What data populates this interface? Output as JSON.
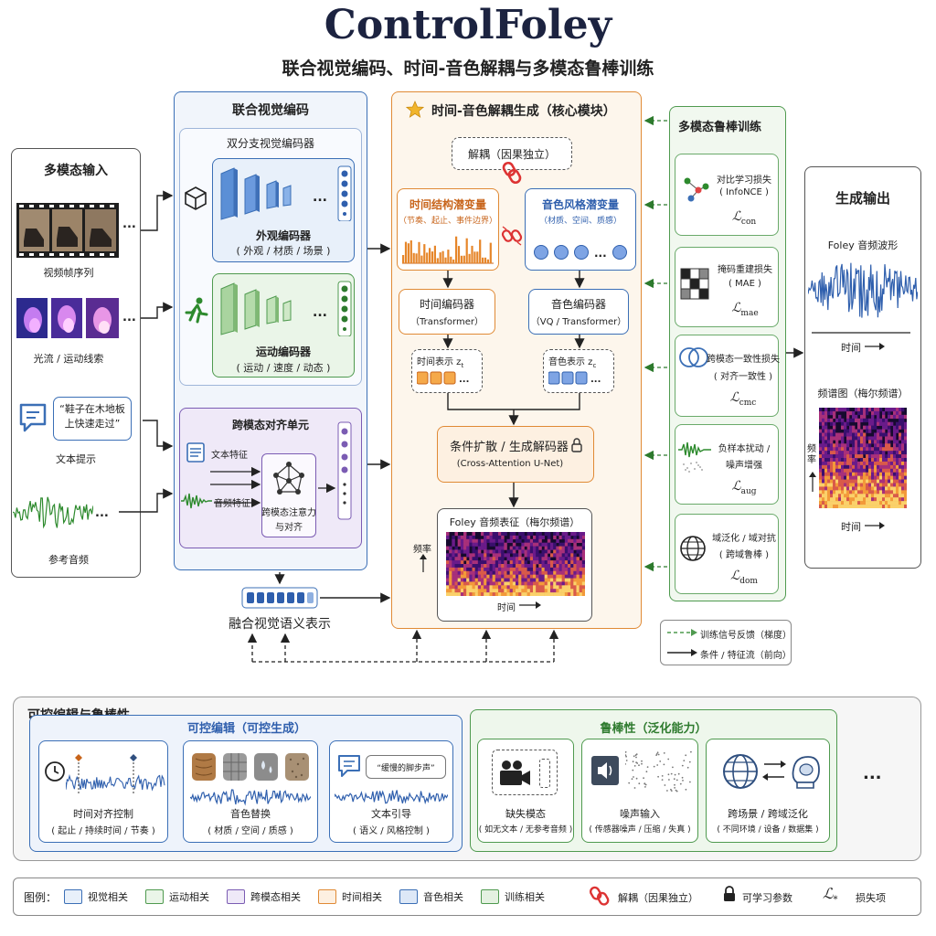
{
  "title": "ControlFoley",
  "subtitle": "联合视觉编码、时间-音色解耦与多模态鲁棒训练",
  "input": {
    "header": "多模态输入",
    "video_label": "视频帧序列",
    "flow_label": "光流 / 运动线索",
    "text_quote": "“鞋子在木地板上快速走过”",
    "text_label": "文本提示",
    "audio_label": "参考音频",
    "ellipsis": "..."
  },
  "visual": {
    "header": "联合视觉编码",
    "dual_title": "双分支视觉编码器",
    "appearance_title": "外观编码器",
    "appearance_sub": "( 外观 / 材质 / 场景 )",
    "motion_title": "运动编码器",
    "motion_sub": "( 运动 / 速度 / 动态 )",
    "cross_title": "跨模态对齐单元",
    "text_feature": "文本特征",
    "audio_feature": "音频特征",
    "attention_label_1": "跨模态注意力",
    "attention_label_2": "与对齐",
    "fused_label": "融合视觉语义表示",
    "ellipsis": "..."
  },
  "core": {
    "header": "时间-音色解耦生成（核心模块）",
    "decouple": "解耦（因果独立）",
    "temporal_title": "时间结构潜变量",
    "temporal_sub": "（节奏、起止、事件边界）",
    "timbre_title": "音色风格潜变量",
    "timbre_sub": "（材质、空间、质感）",
    "temporal_encoder": "时间编码器",
    "temporal_encoder_sub": "（Transformer）",
    "timbre_encoder": "音色编码器",
    "timbre_encoder_sub": "（VQ / Transformer）",
    "temporal_repr": "时间表示 z",
    "temporal_repr_sub": "t",
    "timbre_repr": "音色表示 z",
    "timbre_repr_sub": "c",
    "decoder_title": "条件扩散 / 生成解码器",
    "decoder_sub": "(Cross-Attention U-Net)",
    "foley_title": "Foley 音频表征（梅尔频谱）",
    "freq_label": "频率",
    "time_label": "时间",
    "ellipsis": "..."
  },
  "training": {
    "header": "多模态鲁棒训练",
    "items": [
      {
        "title": "对比学习损失",
        "sub": "( InfoNCE )",
        "loss": "ℒ",
        "loss_sub": "con"
      },
      {
        "title": "掩码重建损失",
        "sub": "( MAE )",
        "loss": "ℒ",
        "loss_sub": "mae"
      },
      {
        "title": "跨模态一致性损失",
        "sub": "( 对齐一致性 )",
        "loss": "ℒ",
        "loss_sub": "cmc"
      },
      {
        "title": "负样本扰动 /",
        "sub": "噪声增强",
        "loss": "ℒ",
        "loss_sub": "aug"
      },
      {
        "title": "域泛化 / 域对抗",
        "sub": "( 跨域鲁棒 )",
        "loss": "ℒ",
        "loss_sub": "dom"
      }
    ],
    "legend_dashed": "训练信号反馈（梯度）",
    "legend_solid": "条件 / 特征流（前向）"
  },
  "output": {
    "header": "生成输出",
    "waveform_label": "Foley 音频波形",
    "time_label": "时间",
    "spec_label": "频谱图（梅尔频谱）",
    "freq_label": "频率"
  },
  "bottom": {
    "header": "可控编辑与鲁棒性",
    "edit_title": "可控编辑（可控生成）",
    "robust_title": "鲁棒性（泛化能力）",
    "edit_items": [
      {
        "title": "时间对齐控制",
        "sub": "( 起止 / 持续时间 / 节奏 )"
      },
      {
        "title": "音色替换",
        "sub": "( 材质 / 空间 / 质感 )"
      },
      {
        "title": "文本引导",
        "sub": "( 语义 / 风格控制 )",
        "quote": "“缓慢的脚步声”"
      }
    ],
    "robust_items": [
      {
        "title": "缺失模态",
        "sub": "( 如无文本 / 无参考音频 )"
      },
      {
        "title": "噪声输入",
        "sub": "( 传感器噪声 / 压缩 / 失真 )"
      },
      {
        "title": "跨场景 / 跨域泛化",
        "sub": "( 不同环境 / 设备 / 数据集 )"
      }
    ],
    "ellipsis": "..."
  },
  "legend": {
    "label": "图例：",
    "items": [
      {
        "text": "视觉相关",
        "color": "#3b6fb6",
        "fill": "#e8f0fa"
      },
      {
        "text": "运动相关",
        "color": "#4f9a4f",
        "fill": "#eaf5e8"
      },
      {
        "text": "跨模态相关",
        "color": "#7b5cb3",
        "fill": "#efe9f8"
      },
      {
        "text": "时间相关",
        "color": "#e08a35",
        "fill": "#fdf0e1"
      },
      {
        "text": "音色相关",
        "color": "#3b6fb6",
        "fill": "#dde8f7"
      },
      {
        "text": "训练相关",
        "color": "#4f9a4f",
        "fill": "#e4f1e1"
      }
    ],
    "decouple": "解耦（因果独立）",
    "learnable": "可学习参数",
    "loss_symbol": "ℒ",
    "loss_sub": "*",
    "loss_text": "损失项"
  },
  "colors": {
    "visual_blue": "#3b6fb6",
    "motion_green": "#4f9a4f",
    "cross_purple": "#7b5cb3",
    "temporal_orange": "#e08a35",
    "training_green": "#4f9a4f",
    "title_navy": "#1c2340"
  }
}
